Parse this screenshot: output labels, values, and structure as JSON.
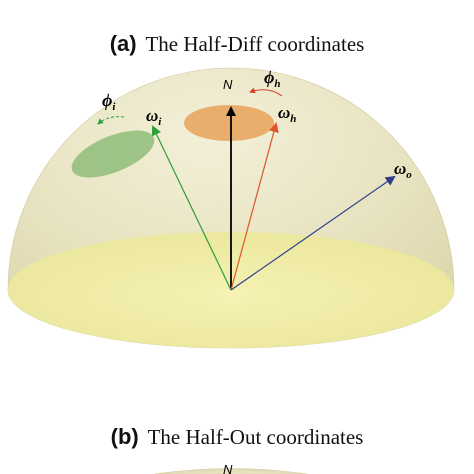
{
  "panels": [
    {
      "tag": "(a)",
      "title": "The Half-Diff coordinates"
    },
    {
      "tag": "(b)",
      "title": "The Half-Out coordinates"
    }
  ],
  "labels": {
    "normal": "N",
    "omega_i": "ω",
    "omega_i_sub": "i",
    "omega_h": "ω",
    "omega_h_sub": "h",
    "omega_o": "ω",
    "omega_o_sub": "o",
    "phi_i": "ϕ",
    "phi_i_sub": "i",
    "phi_h": "ϕ",
    "phi_h_sub": "h",
    "normal_b": "N"
  },
  "colors": {
    "dome": "#e6e1bd",
    "base": "#eeeb9a",
    "normal_arrow": "#000000",
    "omega_i_arrow": "#2e9e3c",
    "omega_h_arrow": "#e0552a",
    "omega_o_arrow": "#2f3f8c",
    "omega_i_spot": "#88b872",
    "omega_h_spot": "#e8a25a",
    "phi_i_arc": "#2e9e3c",
    "phi_h_arc": "#d8402a"
  }
}
